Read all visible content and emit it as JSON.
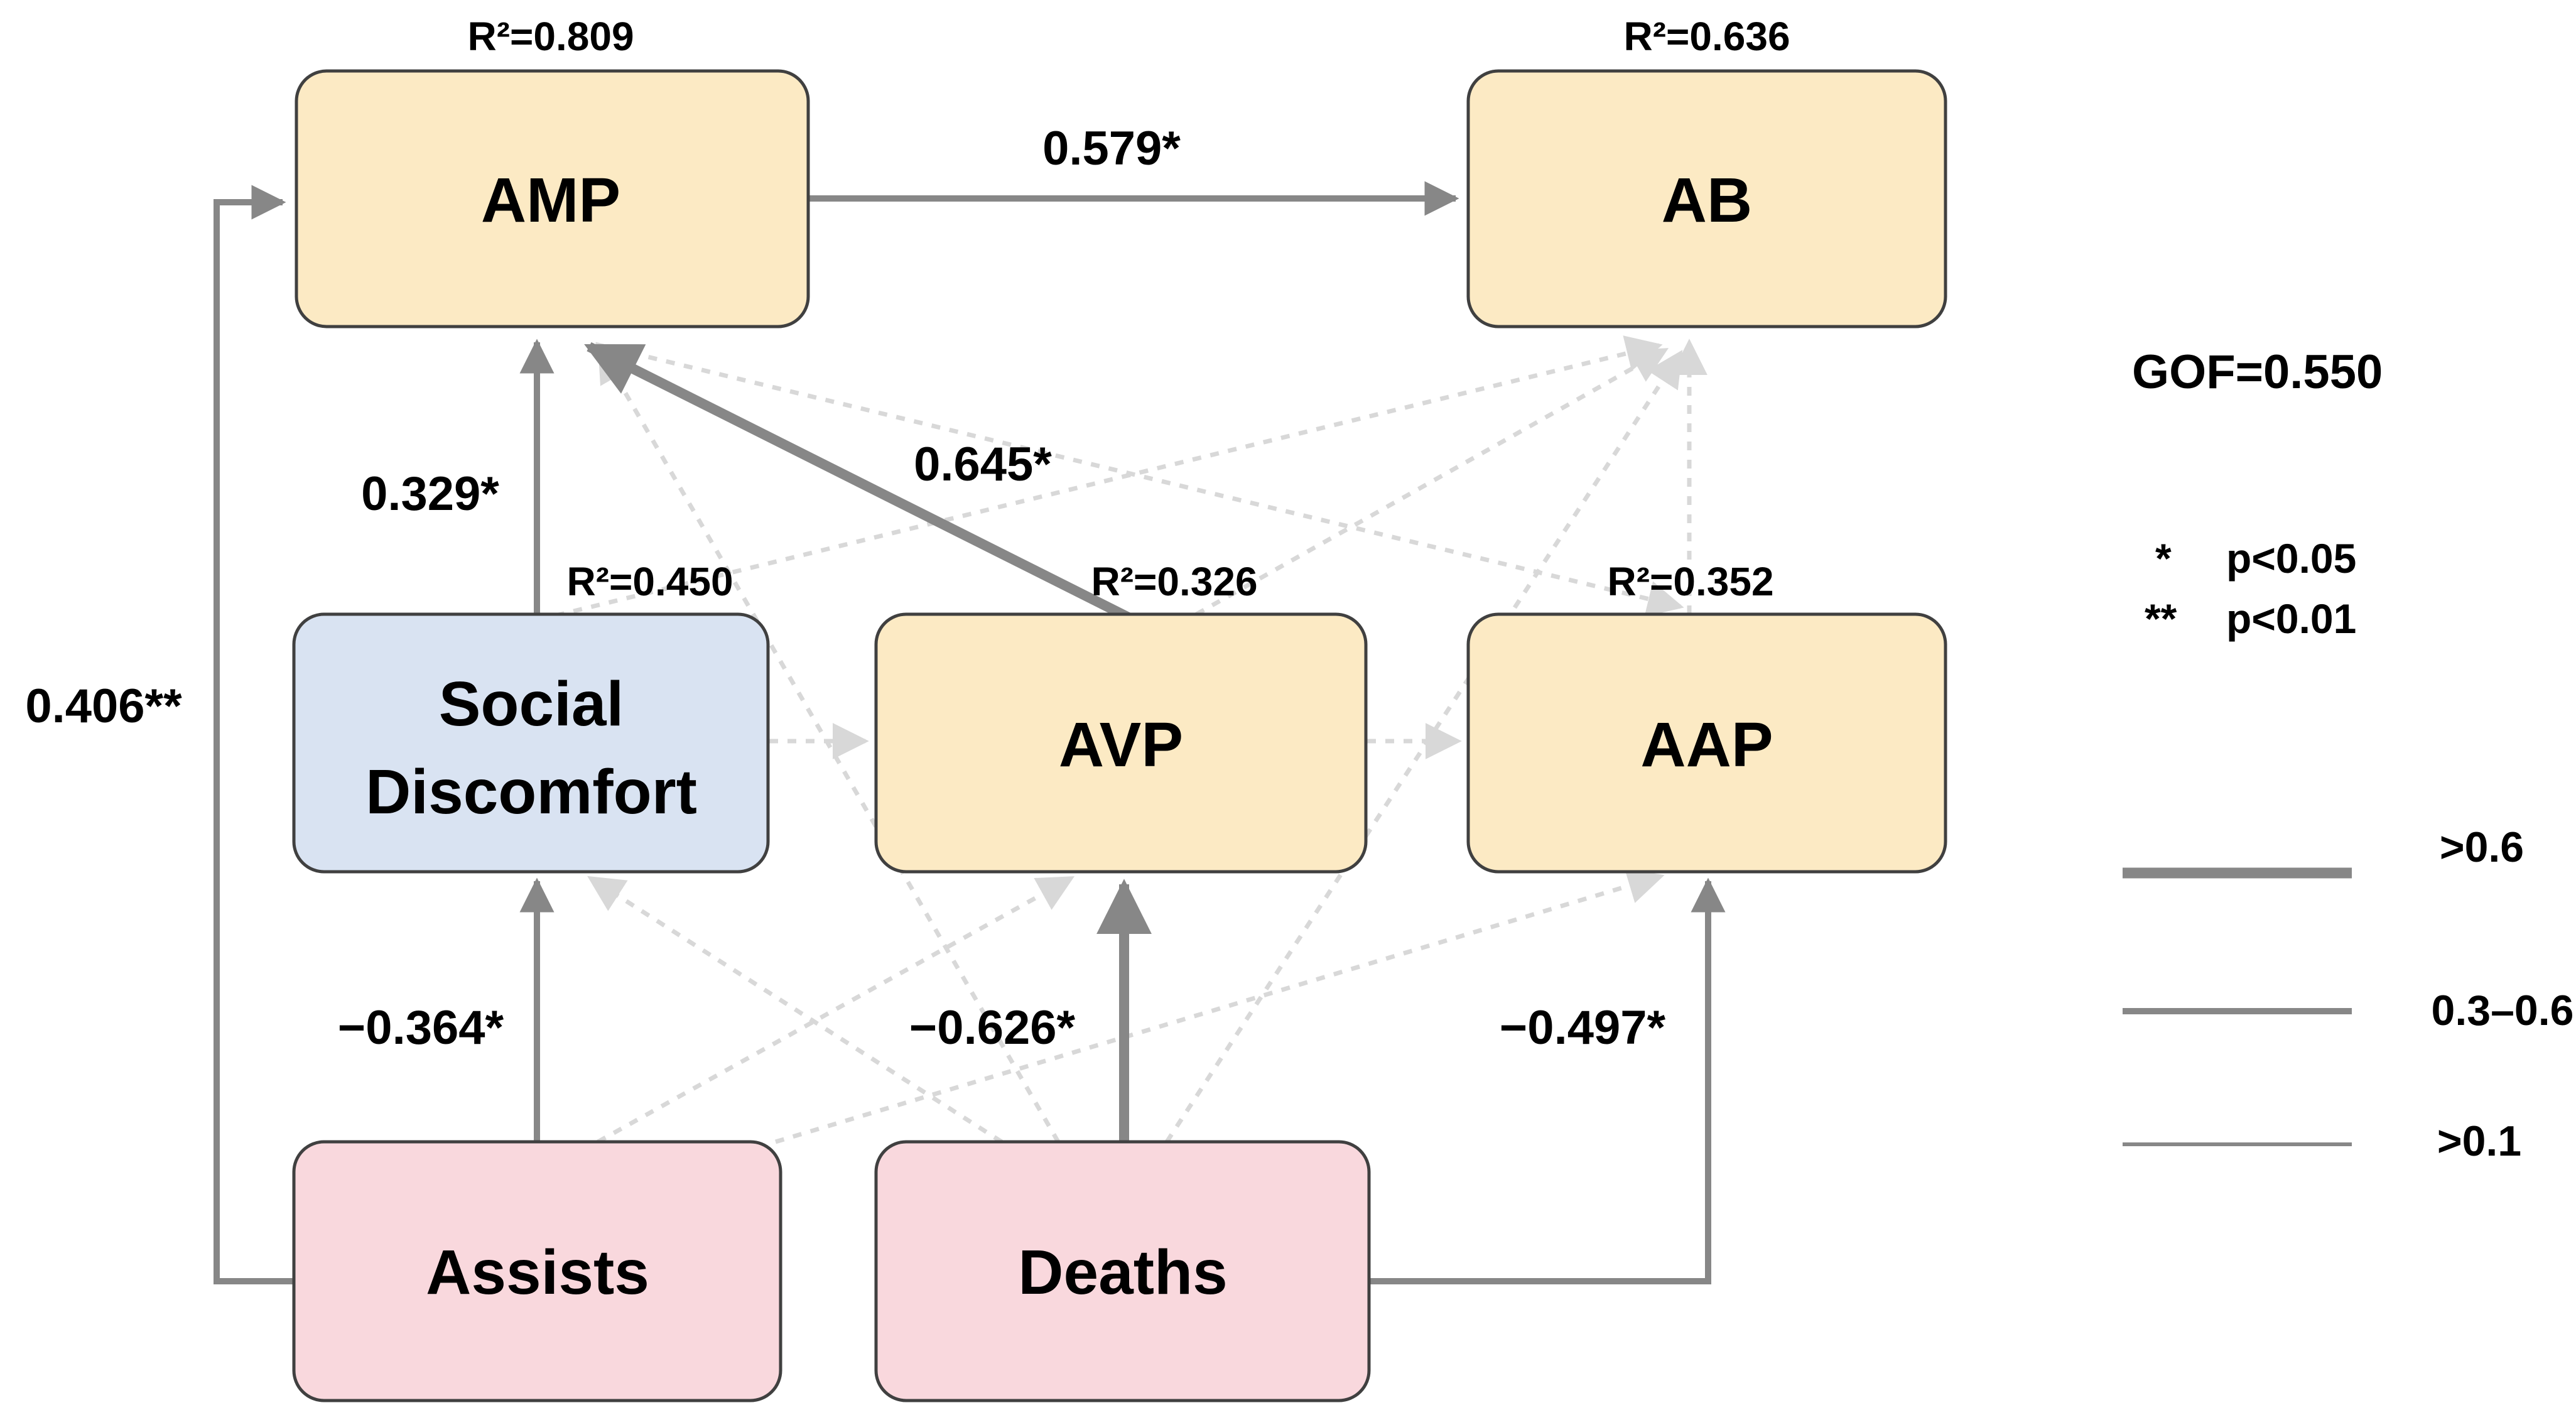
{
  "diagram": {
    "type": "SEM path diagram",
    "nodes": {
      "amp": {
        "label": "AMP",
        "r2": "R²=0.809",
        "fill": "#FCEAC4"
      },
      "ab": {
        "label": "AB",
        "r2": "R²=0.636",
        "fill": "#FCEAC4"
      },
      "social_discomfort": {
        "label_line1": "Social",
        "label_line2": "Discomfort",
        "r2": "R²=0.450",
        "fill": "#D9E3F2"
      },
      "avp": {
        "label": "AVP",
        "r2": "R²=0.326",
        "fill": "#FCEAC4"
      },
      "aap": {
        "label": "AAP",
        "r2": "R²=0.352",
        "fill": "#FCEAC4"
      },
      "assists": {
        "label": "Assists",
        "fill": "#F9D8DD"
      },
      "deaths": {
        "label": "Deaths",
        "fill": "#F9D8DD"
      }
    },
    "paths": [
      {
        "from": "AMP",
        "to": "AB",
        "coefficient": "0.579*",
        "style": "solid",
        "weight": "0.3-0.6"
      },
      {
        "from": "AVP",
        "to": "AMP",
        "coefficient": "0.645*",
        "style": "solid",
        "weight": ">0.6"
      },
      {
        "from": "Social Discomfort",
        "to": "AMP",
        "coefficient": "0.329*",
        "style": "solid",
        "weight": "0.3-0.6"
      },
      {
        "from": "Assists",
        "to": "AMP",
        "coefficient": "0.406**",
        "style": "solid",
        "weight": "0.3-0.6"
      },
      {
        "from": "Assists",
        "to": "Social Discomfort",
        "coefficient": "−0.364*",
        "style": "solid",
        "weight": "0.3-0.6"
      },
      {
        "from": "Deaths",
        "to": "AVP",
        "coefficient": "−0.626*",
        "style": "solid",
        "weight": ">0.6"
      },
      {
        "from": "Deaths",
        "to": "AAP",
        "coefficient": "−0.497*",
        "style": "solid",
        "weight": "0.3-0.6"
      },
      {
        "from": "Social Discomfort",
        "to": "AVP",
        "style": "dotted"
      },
      {
        "from": "AVP",
        "to": "AAP",
        "style": "dotted"
      },
      {
        "from": "AAP",
        "to": "AB",
        "style": "dotted"
      },
      {
        "from": "Social Discomfort",
        "to": "AB",
        "style": "dotted"
      },
      {
        "from": "AVP",
        "to": "AB",
        "style": "dotted"
      },
      {
        "from": "Deaths",
        "to": "AB",
        "style": "dotted"
      },
      {
        "from": "Deaths",
        "to": "AMP",
        "style": "dotted"
      },
      {
        "from": "Deaths",
        "to": "Social Discomfort",
        "style": "dotted"
      },
      {
        "from": "Assists",
        "to": "AVP",
        "style": "dotted"
      },
      {
        "from": "Assists",
        "to": "AAP",
        "style": "dotted"
      },
      {
        "from": "AMP",
        "to": "AAP",
        "style": "dotted"
      }
    ],
    "annotations": {
      "gof": "GOF=0.550",
      "significance": [
        {
          "mark": "*",
          "label": "p<0.05"
        },
        {
          "mark": "**",
          "label": "p<0.01"
        }
      ]
    },
    "legend": {
      "items": [
        {
          "label": ">0.6",
          "line_weight": "thick"
        },
        {
          "label": "0.3–0.6",
          "line_weight": "medium"
        },
        {
          "label": ">0.1",
          "line_weight": "thin"
        }
      ]
    },
    "colors": {
      "endogenous_yellow_fill": "#FCEAC4",
      "social_discomfort_blue_fill": "#D9E3F2",
      "exogenous_pink_fill": "#F9D8DD",
      "node_border": "#404040",
      "solid_arrow": "#878787",
      "dotted_arrow": "#D8D8D8",
      "text": "#000000"
    }
  }
}
